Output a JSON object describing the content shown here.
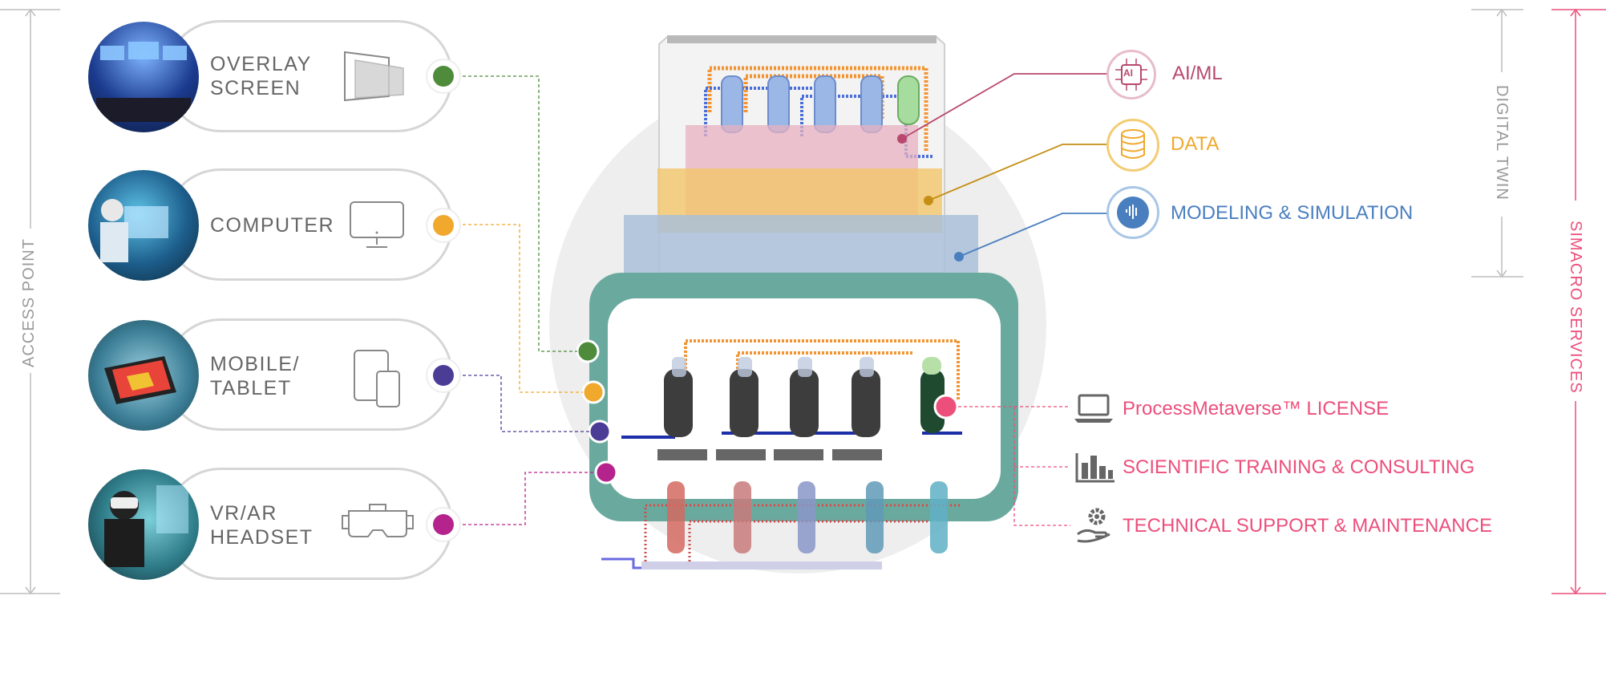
{
  "side_labels": {
    "access_point": "ACCESS POINT",
    "digital_twin": "DIGITAL TWIN",
    "simacro_services": "SIMACRO SERVICES"
  },
  "access_points": [
    {
      "line1": "OVERLAY",
      "line2": "SCREEN",
      "icon": "overlay-screen-icon",
      "color": "#4e8b3a"
    },
    {
      "line1": "COMPUTER",
      "line2": "",
      "icon": "monitor-icon",
      "color": "#f0a82d"
    },
    {
      "line1": "MOBILE/",
      "line2": "TABLET",
      "icon": "tablet-phone-icon",
      "color": "#4b3c96"
    },
    {
      "line1": "VR/AR",
      "line2": "HEADSET",
      "icon": "vr-headset-icon",
      "color": "#b5238c"
    }
  ],
  "layers": [
    {
      "label": "AI/ML",
      "icon": "ai-chip-icon",
      "color": "#b8486d"
    },
    {
      "label": "DATA",
      "icon": "database-icon",
      "color": "#f0a82d"
    },
    {
      "label": "MODELING & SIMULATION",
      "icon": "simulation-icon",
      "color": "#4a7fbf"
    }
  ],
  "services": [
    {
      "label": "ProcessMetaverse™ LICENSE",
      "icon": "laptop-icon"
    },
    {
      "label": "SCIENTIFIC TRAINING & CONSULTING",
      "icon": "bar-chart-icon"
    },
    {
      "label": "TECHNICAL SUPPORT & MAINTENANCE",
      "icon": "gear-hand-icon"
    }
  ],
  "ai_badge": "AI",
  "colors": {
    "service_pink": "#ec4f7b",
    "frame_teal": "#6aaa9e",
    "outline_gray": "#d6d6d6"
  }
}
